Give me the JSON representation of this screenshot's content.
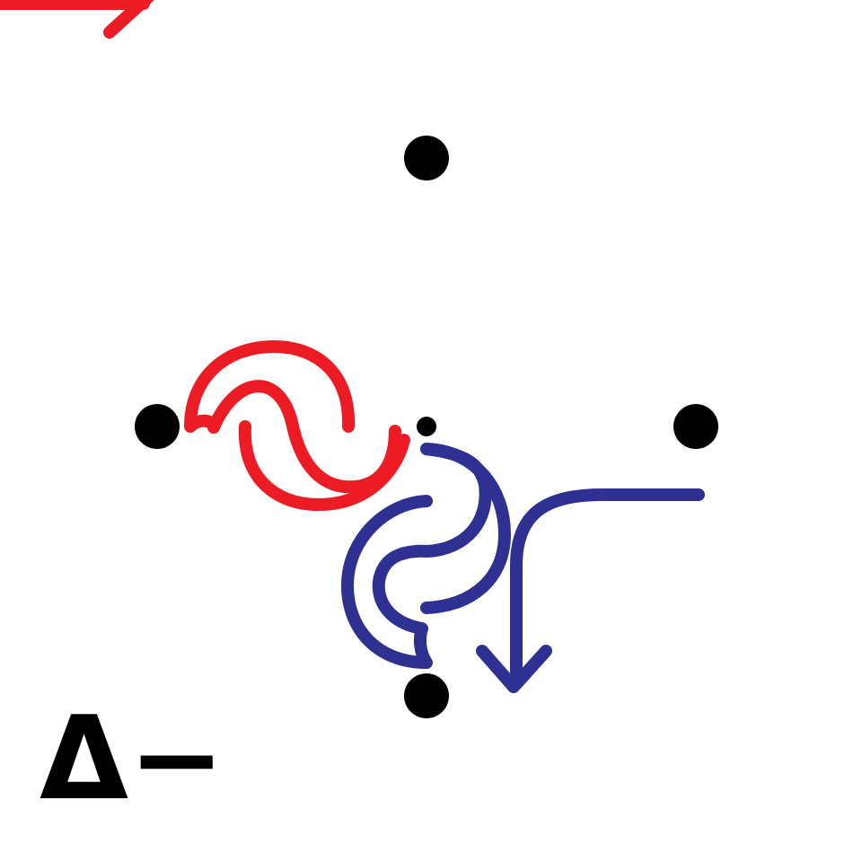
{
  "diagram": {
    "label": "Δ−",
    "colors": {
      "background": "#ffffff",
      "atoms": "#000000",
      "red_arrows": "#ed1c24",
      "blue_arrows": "#2e3192"
    },
    "elements": {
      "atoms": [
        "atom-top",
        "atom-left",
        "atom-right",
        "atom-bottom",
        "atom-center"
      ],
      "red_arrows": [
        "arrow-top-left",
        "curly-arrow-left-upper",
        "curly-arrow-left-lower"
      ],
      "blue_arrows": [
        "curly-arrow-right-outer",
        "curly-arrow-right-inner",
        "bent-arrow-right"
      ]
    }
  }
}
